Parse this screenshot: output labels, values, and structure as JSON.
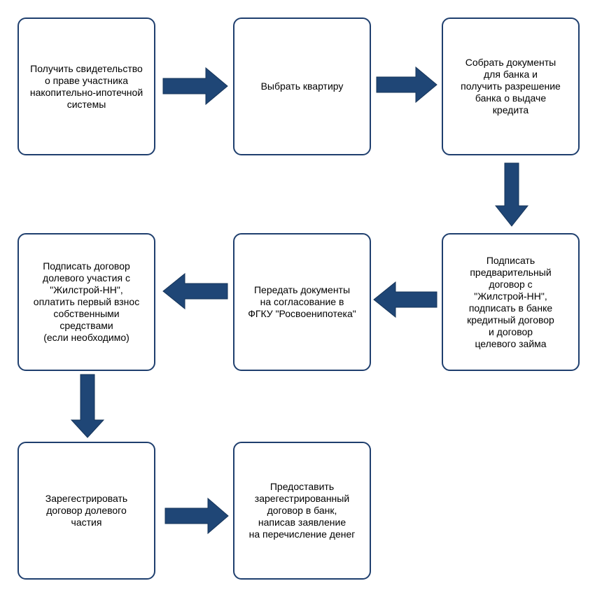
{
  "diagram": {
    "steps": [
      {
        "id": "step-1",
        "text": "Получить свидетельство\nо праве участника\nнакопительно-ипотечной\nсистемы"
      },
      {
        "id": "step-2",
        "text": "Выбрать квартиру"
      },
      {
        "id": "step-3",
        "text": "Собрать документы\nдля банка и\nполучить разрешение\nбанка о выдаче\nкредита"
      },
      {
        "id": "step-4",
        "text": "Подписать\nпредварительный\nдоговор с\n\"Жилстрой-НН\",\nподписать в банке\nкредитный договор\nи договор\nцелевого займа"
      },
      {
        "id": "step-5",
        "text": "Передать документы\nна согласование в\nФГКУ \"Росвоенипотека\""
      },
      {
        "id": "step-6",
        "text": "Подписать договор\nдолевого участия с\n\"Жилстрой-НН\",\nоплатить первый взнос\nсобственными\nсредствами\n(если необходимо)"
      },
      {
        "id": "step-7",
        "text": "Зарегестрировать\nдоговор долевого\nчастия"
      },
      {
        "id": "step-8",
        "text": "Предоставить\nзарегестрированный\nдоговор в банк,\nнаписав заявление\nна перечисление денег"
      }
    ],
    "colors": {
      "arrow_fill": "#1f4676",
      "box_border": "#1f3f6e"
    }
  }
}
